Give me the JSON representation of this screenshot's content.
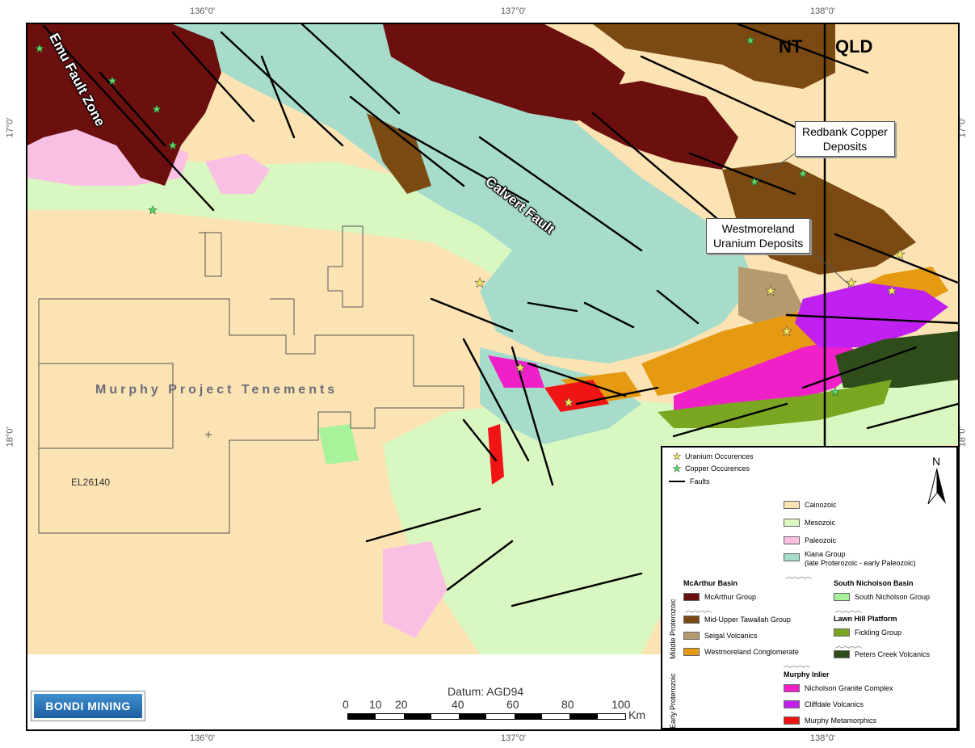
{
  "grid": {
    "lon_top": [
      "136°0'",
      "137°0'",
      "138°0'"
    ],
    "lon_bottom": [
      "136°0'",
      "137°0'",
      "138°0'"
    ],
    "lat_left": [
      "17°0'",
      "18°0'"
    ],
    "lat_right": [
      "17°0'",
      "18°0'"
    ]
  },
  "states": {
    "left": "NT",
    "right": "QLD"
  },
  "labels": {
    "emu_fault": "Emu Fault Zone",
    "calvert_fault": "Calvert Fault",
    "redbank_line1": "Redbank Copper",
    "redbank_line2": "Deposits",
    "westmoreland_line1": "Westmoreland",
    "westmoreland_line2": "Uranium Deposits",
    "tenements": "Murphy Project Tenements",
    "el": "EL26140"
  },
  "logo": {
    "text": "BONDI MINING"
  },
  "scale": {
    "datum": "Datum:  AGD94",
    "ticks": [
      "0",
      "10",
      "20",
      "40",
      "60",
      "80",
      "100"
    ],
    "unit": "Km"
  },
  "legend": {
    "north": "N",
    "uranium": "Uranium Occurences",
    "copper": "Copper Occurences",
    "faults": "Faults",
    "cainozoic": "Cainozoic",
    "mesozoic": "Mesozoic",
    "paleozoic": "Paleozoic",
    "kiana_line1": "Kiana Group",
    "kiana_line2": "(late Proterozoic - early Paleozoic)",
    "mcarthur_basin": "McArthur Basin",
    "mcarthur_group": "McArthur Group",
    "tawallah": "Mid-Upper Tawallah Group",
    "seigal": "Seigal Volcanics",
    "westmoreland_cong": "Westmoreland Conglomerate",
    "south_nicholson_basin": "South Nicholson Basin",
    "south_nicholson_group": "South Nicholson Group",
    "lawn_hill": "Lawn Hill Platform",
    "fickling": "Fickling Group",
    "peters_creek": "Peters Creek Volcanics",
    "murphy_inlier": "Murphy Inlier",
    "nicholson_granite": "Nicholson Granite Complex",
    "cliffdale": "Cliffdale Volcanics",
    "murphy_meta": "Murphy Metamorphics",
    "middle_proterozoic": "Middle Proterozoic",
    "early_proterozoic": "Early Proterozoic"
  },
  "colors": {
    "cainozoic": "#fce3b4",
    "mesozoic": "#d9f7c0",
    "paleozoic": "#f9c0e4",
    "kiana": "#a7dccb",
    "mcarthur": "#6b0f0f",
    "tawallah": "#7a4a12",
    "seigal": "#b59a6e",
    "westmoreland": "#e69a12",
    "south_nicholson": "#a8f29a",
    "fickling": "#7aa622",
    "peters_creek": "#2f4d1a",
    "nicholson_granite": "#f020c8",
    "cliffdale": "#c020f0",
    "murphy_meta": "#f01414",
    "uranium_star": "#f5e65a",
    "copper_star": "#5ad86a"
  }
}
